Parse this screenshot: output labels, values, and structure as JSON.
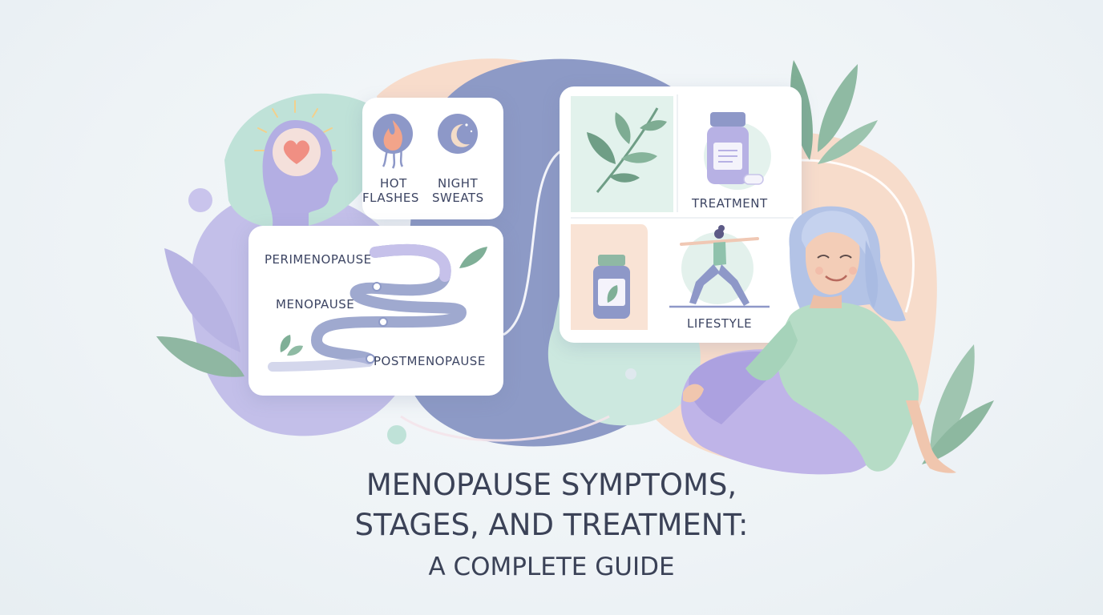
{
  "symptoms": {
    "hot_flashes_line1": "HOT",
    "hot_flashes_line2": "FLASHES",
    "night_sweats_line1": "NIGHT",
    "night_sweats_line2": "SWEATS",
    "icons": [
      "heart-head-icon",
      "flame-icon",
      "moon-icon"
    ]
  },
  "stages": {
    "perimenopause": "PERIMENOPAUSE",
    "menopause": "MENOPAUSE",
    "postmenopause": "POSTMENOPAUSE"
  },
  "treatment": {
    "treatment_label": "TREATMENT",
    "lifestyle_label": "LIFESTYLE",
    "icons": [
      "leaf-icon",
      "medicine-bottle-icon",
      "supplement-bottle-icon",
      "yoga-icon"
    ]
  },
  "title": {
    "line1": "MENOPAUSE SYMPTOMS,",
    "line2": "STAGES, AND TREATMENT:",
    "line3": "A COMPLETE GUIDE"
  },
  "colors": {
    "lavender": "#b7b3e6",
    "mint": "#b9dfd3",
    "peach": "#f6d5c2",
    "slate_blue": "#8c98c4",
    "text": "#3b4257"
  }
}
